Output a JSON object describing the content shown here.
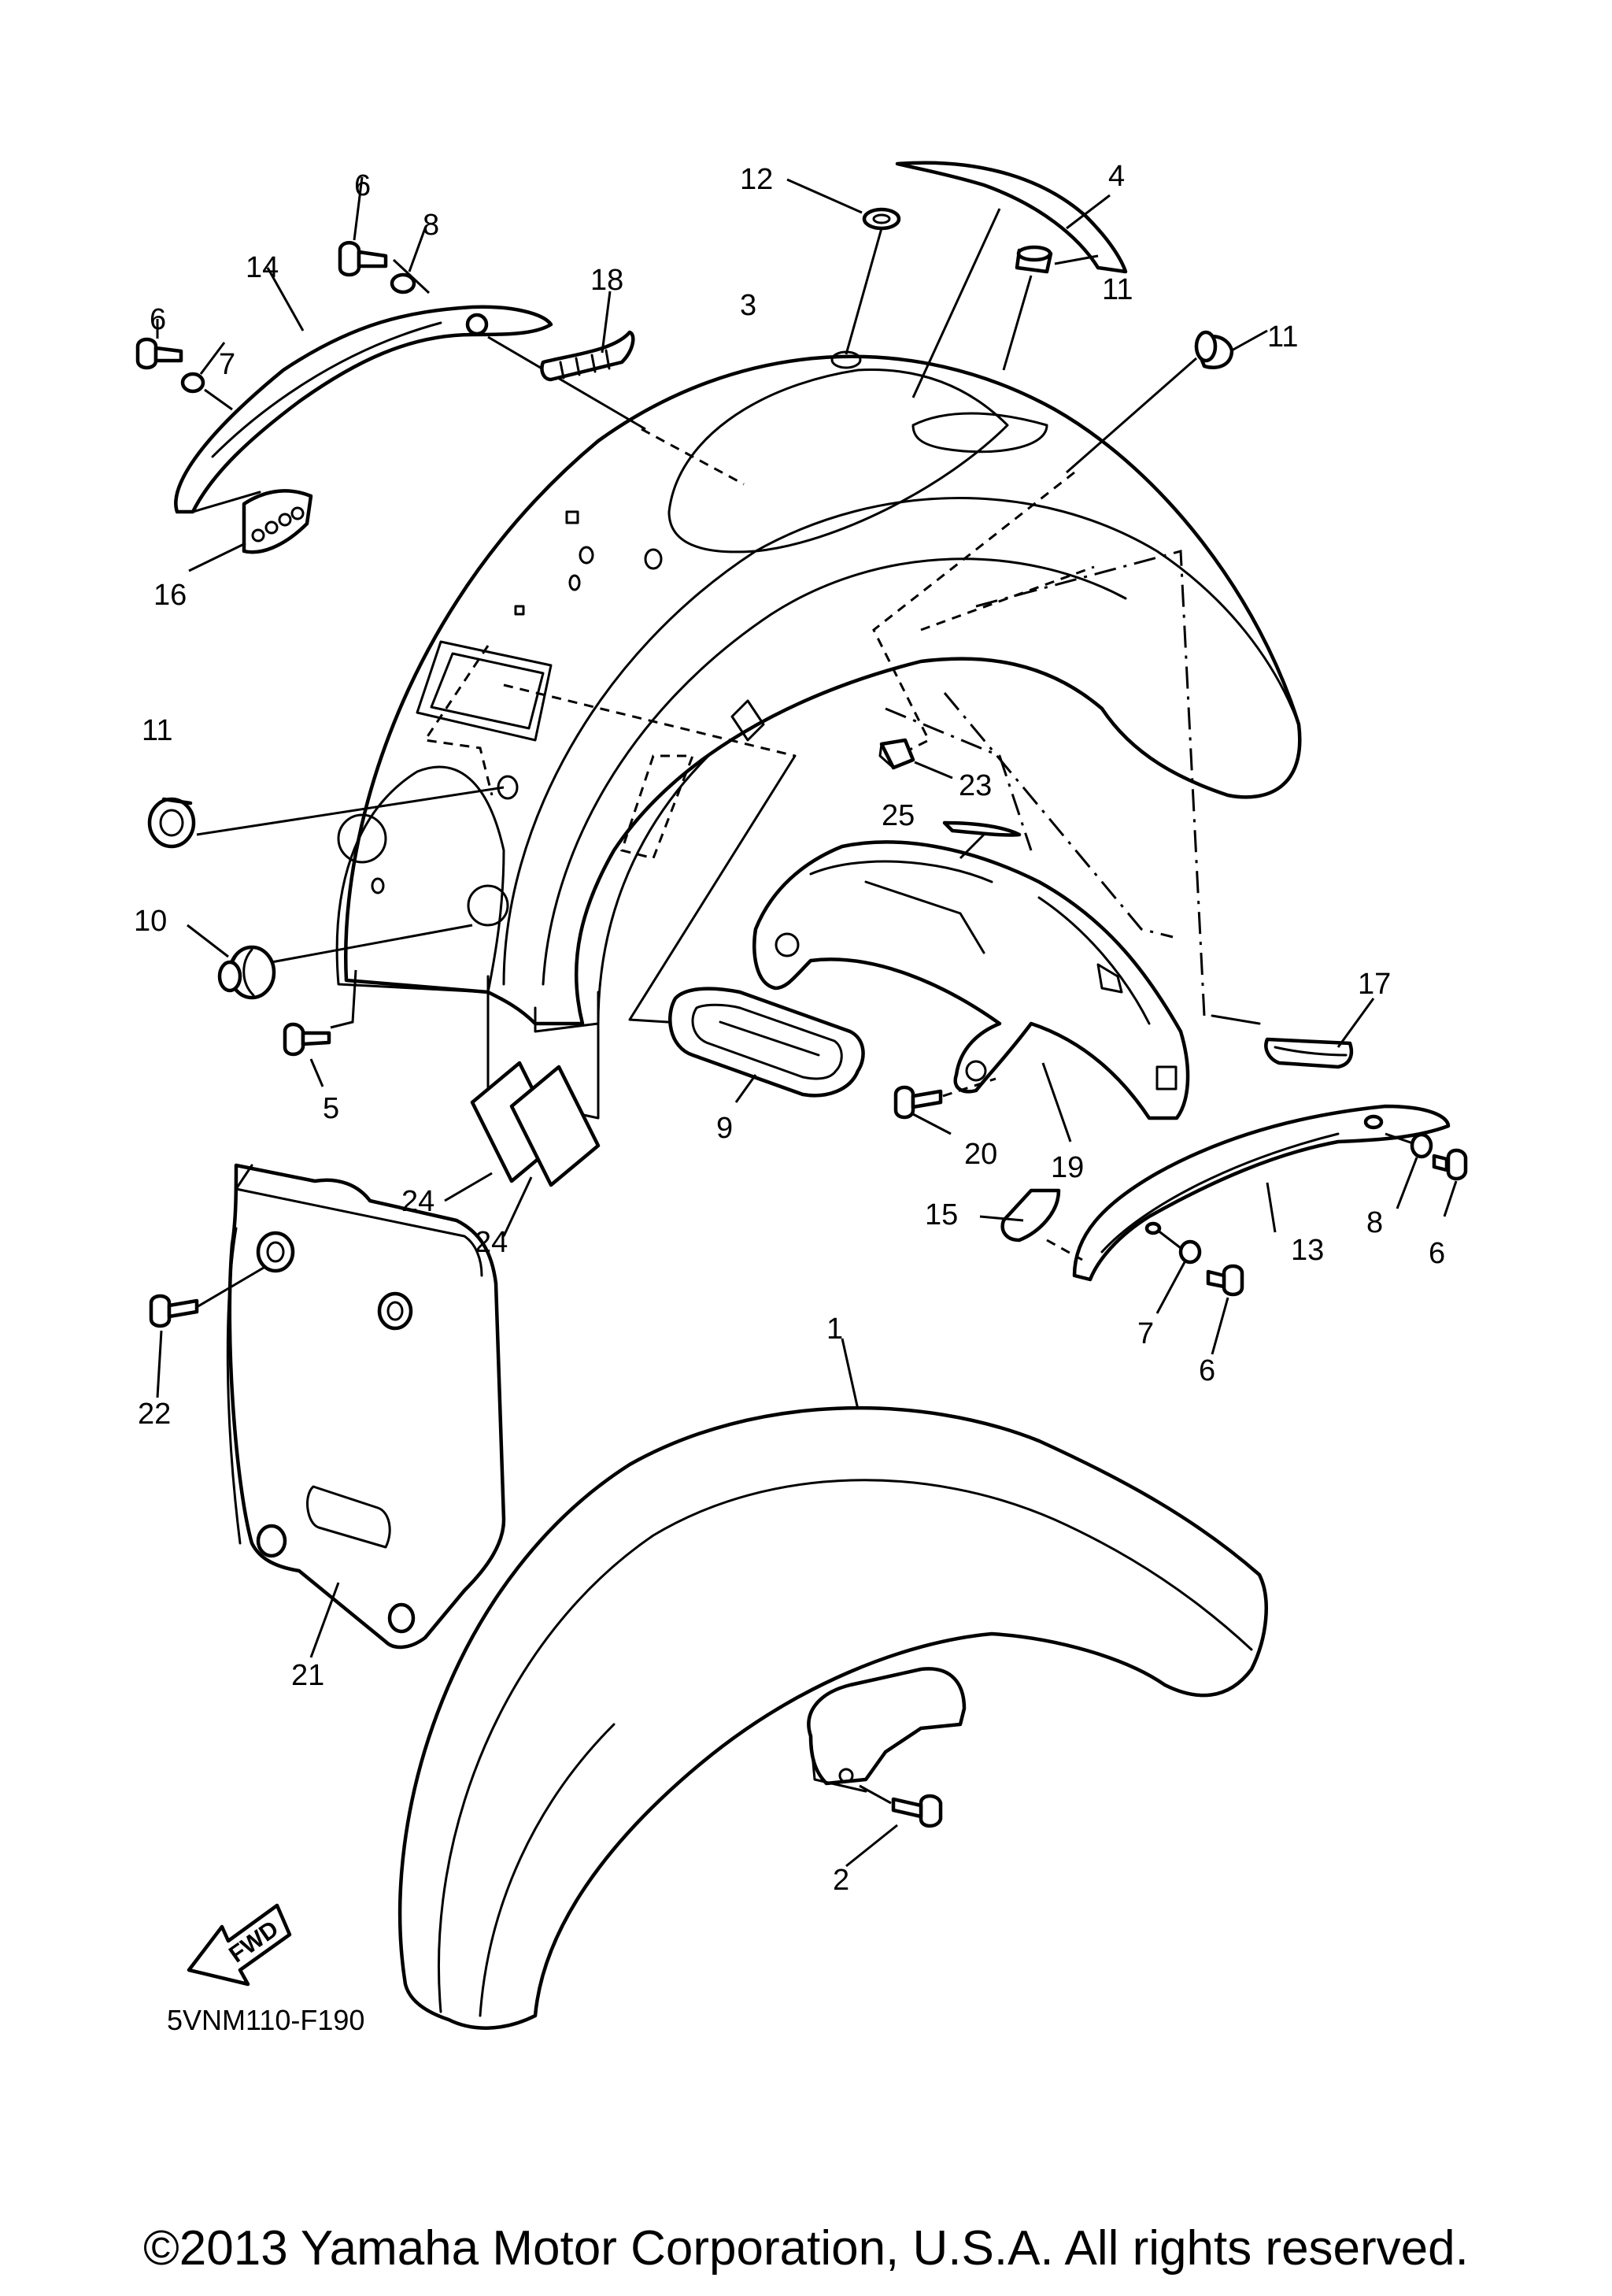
{
  "diagram": {
    "code": "5VNM110-F190",
    "direction_label": "FWD",
    "callouts": {
      "c1": "1",
      "c2": "2",
      "c3": "3",
      "c4": "4",
      "c5": "5",
      "c6a": "6",
      "c6b": "6",
      "c6c": "6",
      "c6d": "6",
      "c7a": "7",
      "c7b": "7",
      "c8a": "8",
      "c8b": "8",
      "c9": "9",
      "c10": "10",
      "c11a": "11",
      "c11b": "11",
      "c11c": "11",
      "c12": "12",
      "c13": "13",
      "c14": "14",
      "c15": "15",
      "c16": "16",
      "c17": "17",
      "c18": "18",
      "c19": "19",
      "c20": "20",
      "c21": "21",
      "c22": "22",
      "c23": "23",
      "c24a": "24",
      "c24b": "24",
      "c25": "25"
    }
  },
  "footer": {
    "copyright": "©2013 Yamaha Motor Corporation, U.S.A. All rights reserved."
  }
}
